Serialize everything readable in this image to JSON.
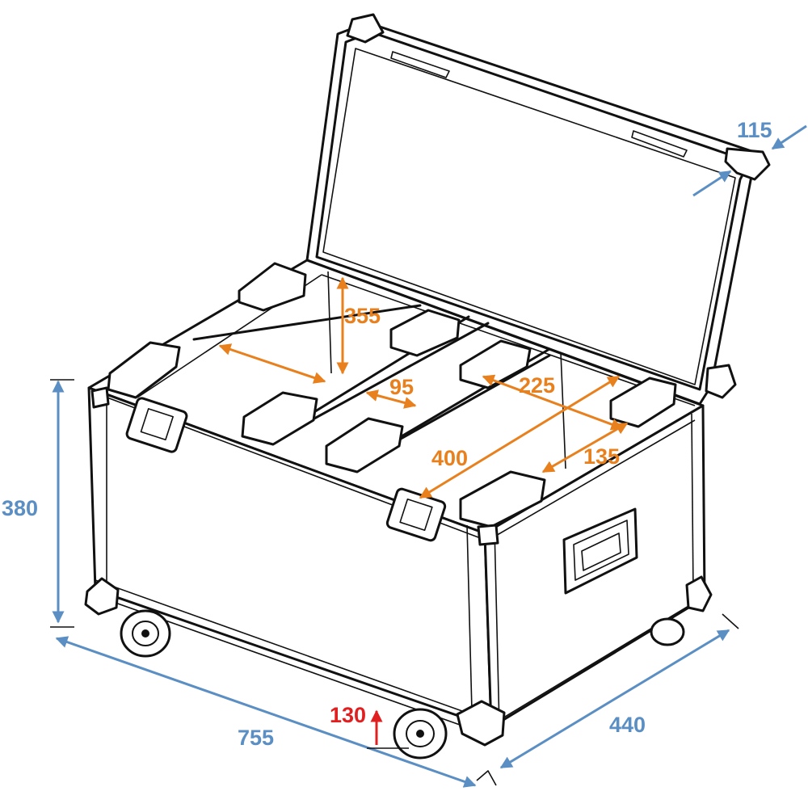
{
  "colors": {
    "outer": "#5b8fc4",
    "inner": "#e8801e",
    "wheel": "#e02020",
    "line": "#111111"
  },
  "dimensions": {
    "height": "380",
    "width": "755",
    "depth": "440",
    "lid": "115",
    "wheel": "130",
    "compartment_height": "355",
    "divider_gap": "95",
    "compartment_depth": "225",
    "inner_length": "400",
    "side_gap": "135"
  }
}
